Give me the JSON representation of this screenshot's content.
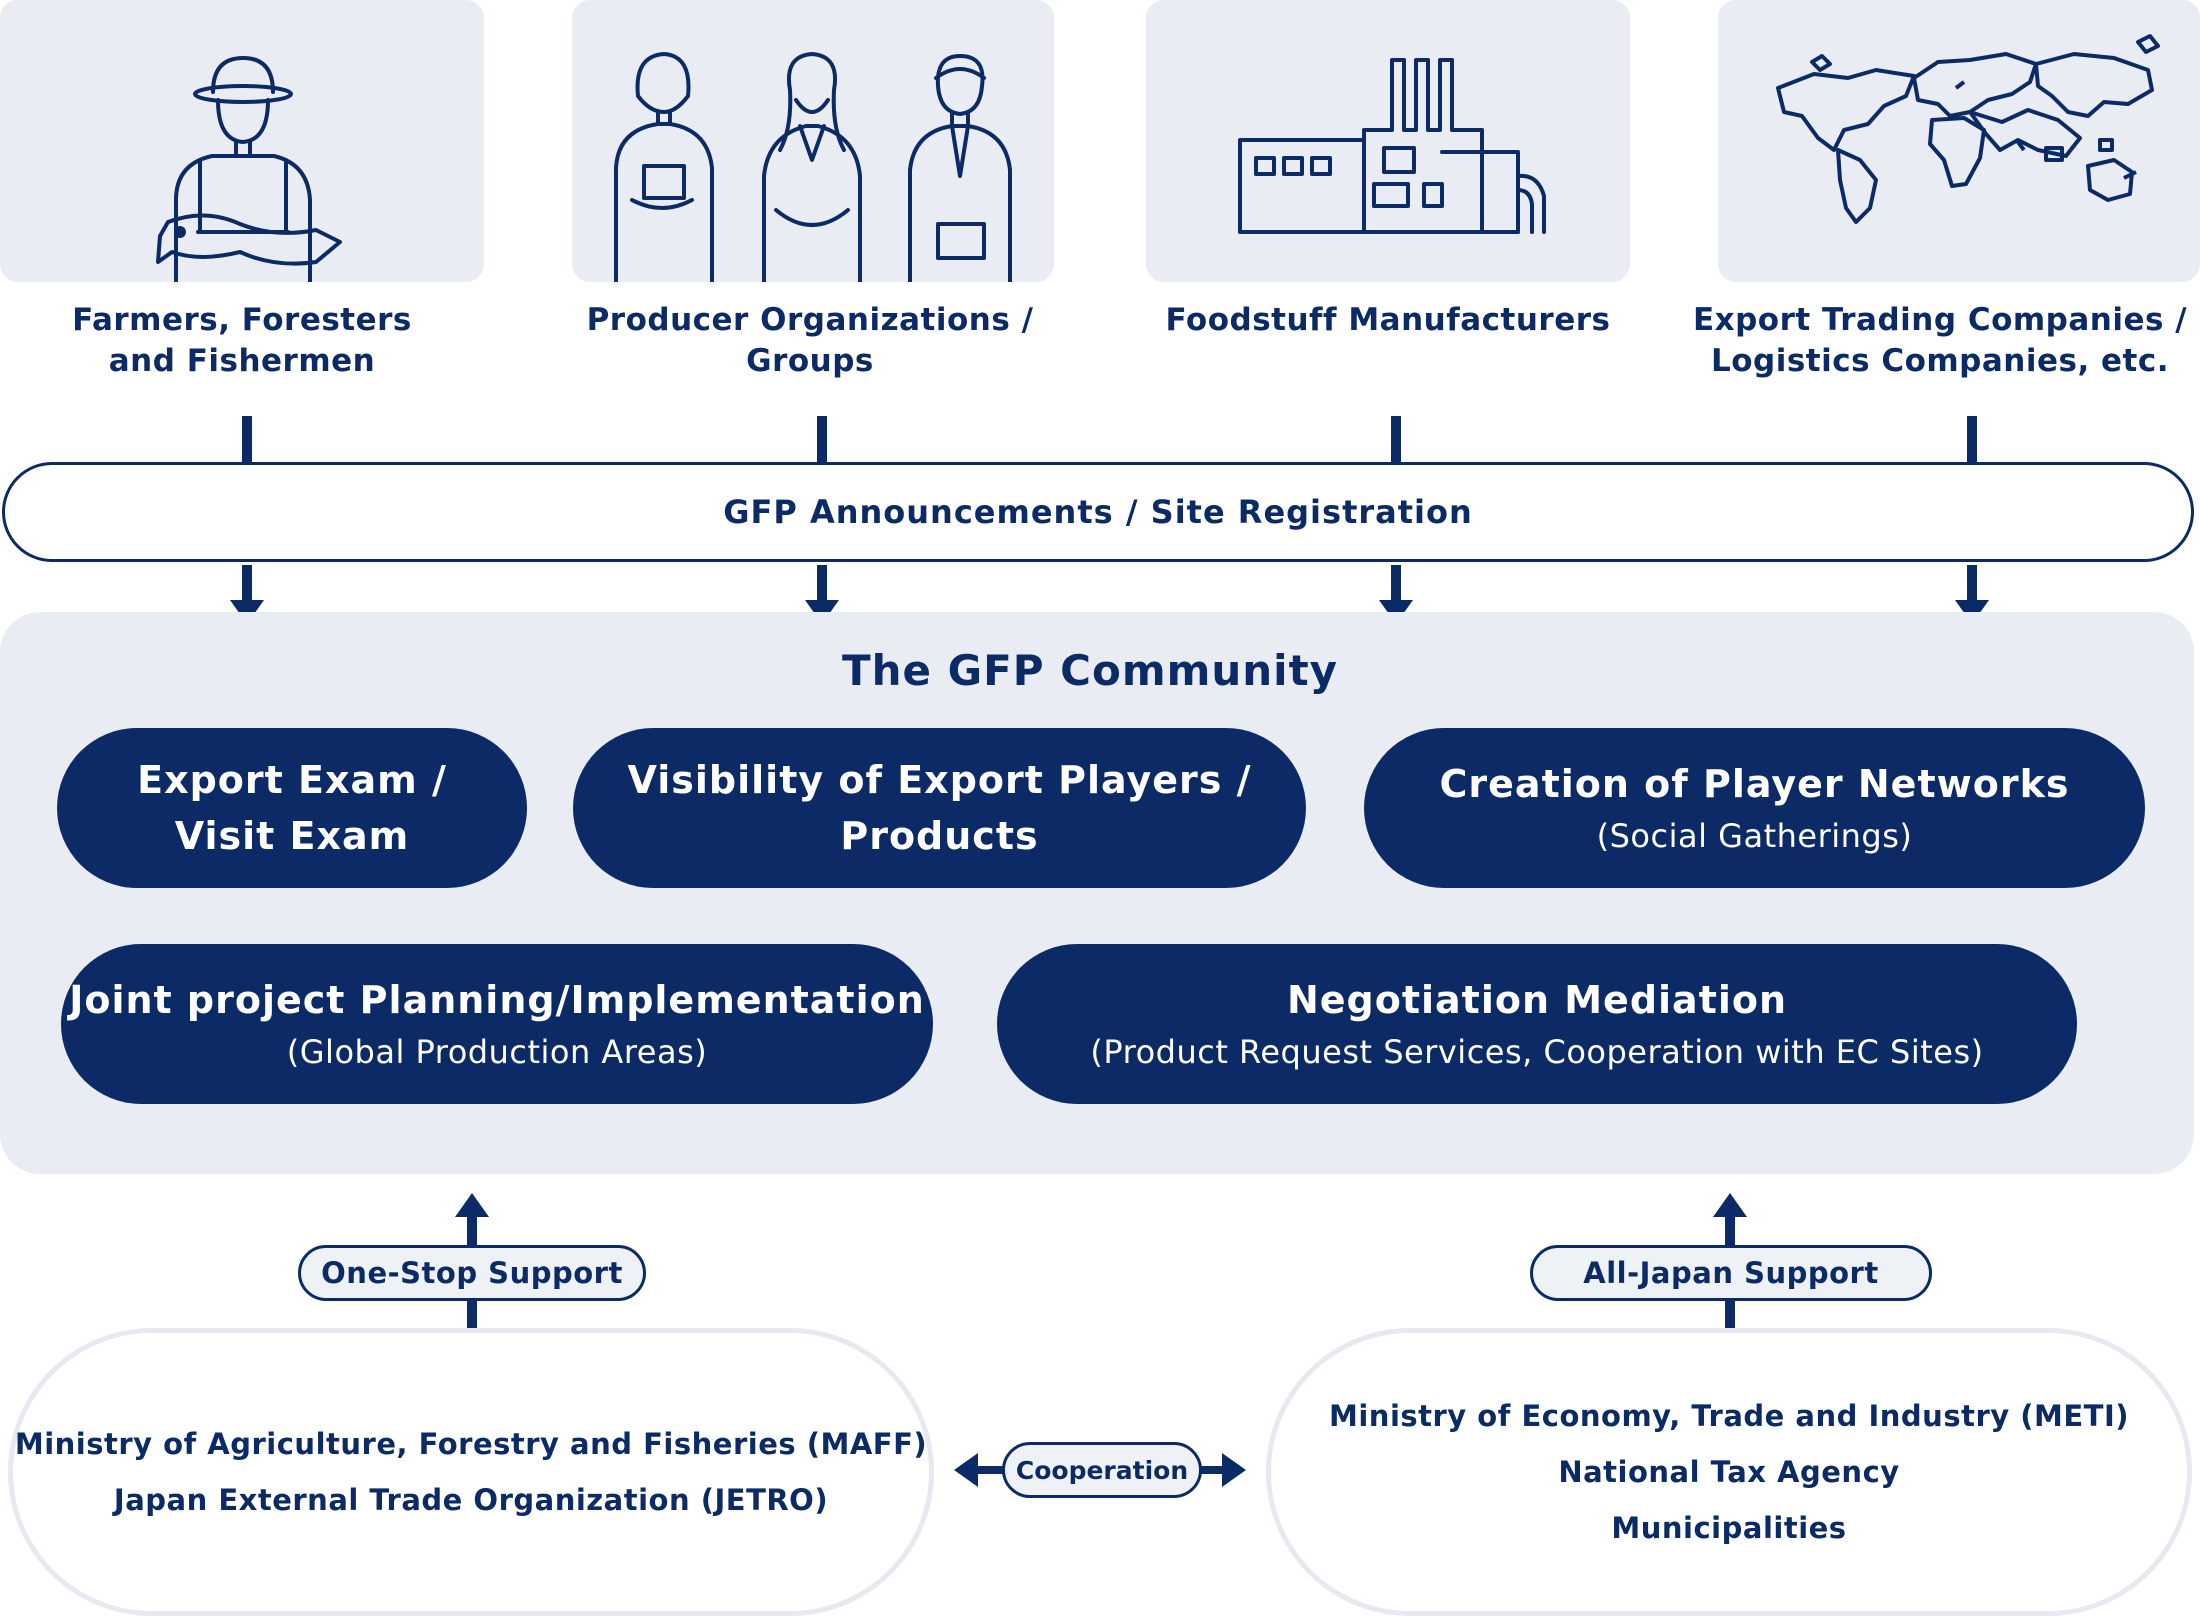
{
  "actors": [
    {
      "icon": "farmer-icon",
      "lines": [
        "Farmers, Foresters",
        "and Fishermen"
      ]
    },
    {
      "icon": "business-people-icon",
      "lines": [
        "Producer Organizations /",
        "Groups"
      ]
    },
    {
      "icon": "factory-icon",
      "lines": [
        "Foodstuff Manufacturers"
      ]
    },
    {
      "icon": "world-map-icon",
      "lines": [
        "Export Trading Companies /",
        "Logistics Companies, etc."
      ]
    }
  ],
  "announcement_bar": "GFP Announcements / Site Registration",
  "community": {
    "title": "The GFP Community",
    "services": [
      {
        "main": [
          "Export Exam /",
          "Visit Exam"
        ],
        "sub": ""
      },
      {
        "main": [
          "Visibility of Export Players /",
          "Products"
        ],
        "sub": ""
      },
      {
        "main": [
          "Creation of Player Networks"
        ],
        "sub": "(Social Gatherings)"
      },
      {
        "main": [
          "Joint project Planning/Implementation"
        ],
        "sub": "(Global Production Areas)"
      },
      {
        "main": [
          "Negotiation Mediation"
        ],
        "sub": "(Product Request Services, Cooperation with EC Sites)"
      }
    ]
  },
  "support": {
    "left_tag": "One-Stop Support",
    "right_tag": "All-Japan Support",
    "cooperation": "Cooperation",
    "left_orgs": [
      "Ministry of Agriculture, Forestry and Fisheries (MAFF)",
      "Japan External Trade Organization (JETRO)"
    ],
    "right_orgs": [
      "Ministry of Economy, Trade and Industry (METI)",
      "National Tax Agency",
      "Municipalities"
    ]
  },
  "colors": {
    "navy": "#0b2a66",
    "panel": "#e9ecf2",
    "white": "#ffffff"
  }
}
